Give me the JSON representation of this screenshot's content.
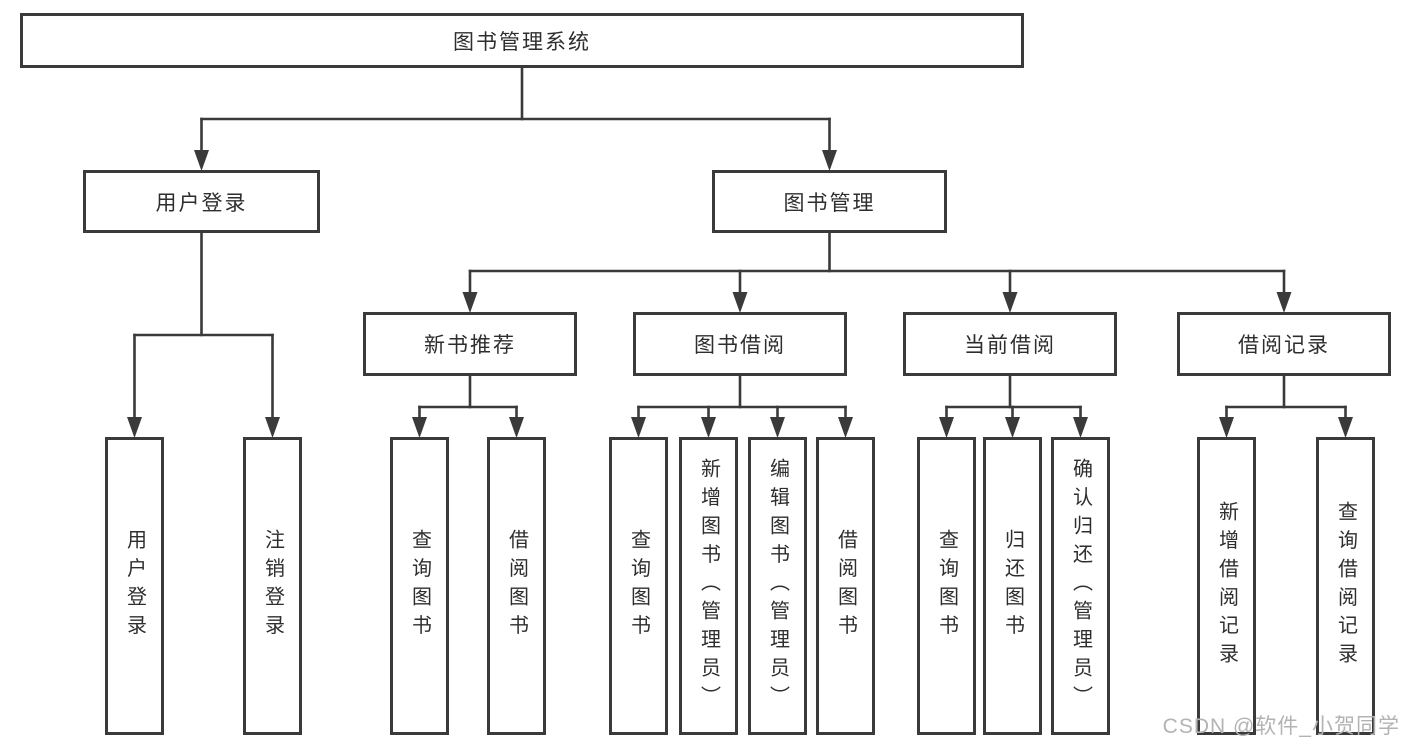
{
  "diagram": {
    "title": "图书管理系统",
    "watermark": "CSDN @软件_小贺同学",
    "colors": {
      "line": "#3a3a3a",
      "box_border": "#3a3a3a",
      "box_fill": "#ffffff",
      "text": "#2e2e2e",
      "watermark": "#b3b3b3",
      "background": "#ffffff"
    },
    "root": {
      "id": "root",
      "label": "图书管理系统",
      "children": [
        {
          "id": "user-login",
          "label": "用户登录",
          "children": [
            {
              "id": "user-login-leaf",
              "label": "用户登录",
              "orientation": "vertical"
            },
            {
              "id": "logout-leaf",
              "label": "注销登录",
              "orientation": "vertical"
            }
          ]
        },
        {
          "id": "book-mgmt",
          "label": "图书管理",
          "children": [
            {
              "id": "new-book-rec",
              "label": "新书推荐",
              "children": [
                {
                  "id": "nbr-query-book",
                  "label": "查询图书",
                  "orientation": "vertical"
                },
                {
                  "id": "nbr-borrow-book",
                  "label": "借阅图书",
                  "orientation": "vertical"
                }
              ]
            },
            {
              "id": "book-borrow",
              "label": "图书借阅",
              "children": [
                {
                  "id": "bb-query-book",
                  "label": "查询图书",
                  "orientation": "vertical"
                },
                {
                  "id": "bb-add-book",
                  "label": "新增图书（管理员）",
                  "orientation": "vertical"
                },
                {
                  "id": "bb-edit-book",
                  "label": "编辑图书（管理员）",
                  "orientation": "vertical"
                },
                {
                  "id": "bb-borrow-book",
                  "label": "借阅图书",
                  "orientation": "vertical"
                }
              ]
            },
            {
              "id": "current-borrow",
              "label": "当前借阅",
              "children": [
                {
                  "id": "cb-query-book",
                  "label": "查询图书",
                  "orientation": "vertical"
                },
                {
                  "id": "cb-return-book",
                  "label": "归还图书",
                  "orientation": "vertical"
                },
                {
                  "id": "cb-confirm-return",
                  "label": "确认归还（管理员）",
                  "orientation": "vertical"
                }
              ]
            },
            {
              "id": "borrow-records",
              "label": "借阅记录",
              "children": [
                {
                  "id": "br-add-record",
                  "label": "新增借阅记录",
                  "orientation": "vertical"
                },
                {
                  "id": "br-query-record",
                  "label": "查询借阅记录",
                  "orientation": "vertical"
                }
              ]
            }
          ]
        }
      ]
    }
  }
}
